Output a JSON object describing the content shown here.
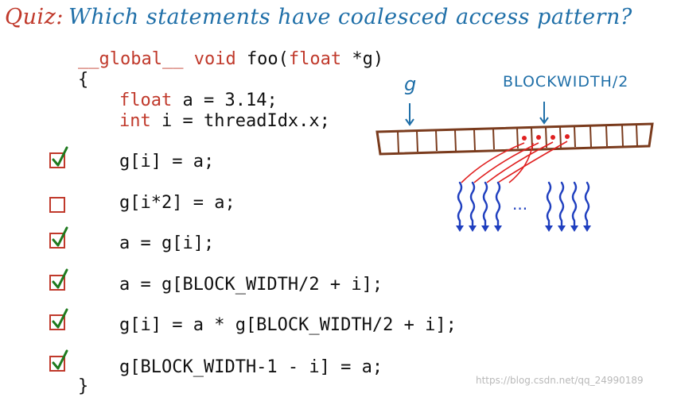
{
  "quiz": {
    "label": "Quiz:",
    "question": "Which statements have coalesced access pattern?"
  },
  "code": {
    "signature_kw1": "__global__",
    "signature_kw2": "void",
    "signature_name": "foo(",
    "signature_kw3": "float",
    "signature_param": " *g)",
    "open_brace": "{",
    "line1_kw": "float",
    "line1_rest": " a = 3.14;",
    "line2_kw": "int",
    "line2_rest": " i = threadIdx.x;",
    "close_brace": "}"
  },
  "statements": [
    {
      "text": "g[i] = a;",
      "checked": true
    },
    {
      "text": "g[i*2] = a;",
      "checked": false
    },
    {
      "text": "a = g[i];",
      "checked": true
    },
    {
      "text": "a = g[BLOCK_WIDTH/2 + i];",
      "checked": true
    },
    {
      "text": "g[i] = a * g[BLOCK_WIDTH/2 + i];",
      "checked": true
    },
    {
      "text": "g[BLOCK_WIDTH-1 - i] = a;",
      "checked": true
    }
  ],
  "diagram": {
    "g_label": "g",
    "bw_label": "BLOCKWIDTH/2",
    "ellipsis": "...",
    "colors": {
      "memory": "#7a3b1d",
      "access": "#e02020",
      "threads": "#1f3fbf",
      "annotation": "#1f6fa8",
      "check": "#1e7a1e",
      "box": "#c0392b"
    }
  },
  "watermark": "https://blog.csdn.net/qq_24990189"
}
